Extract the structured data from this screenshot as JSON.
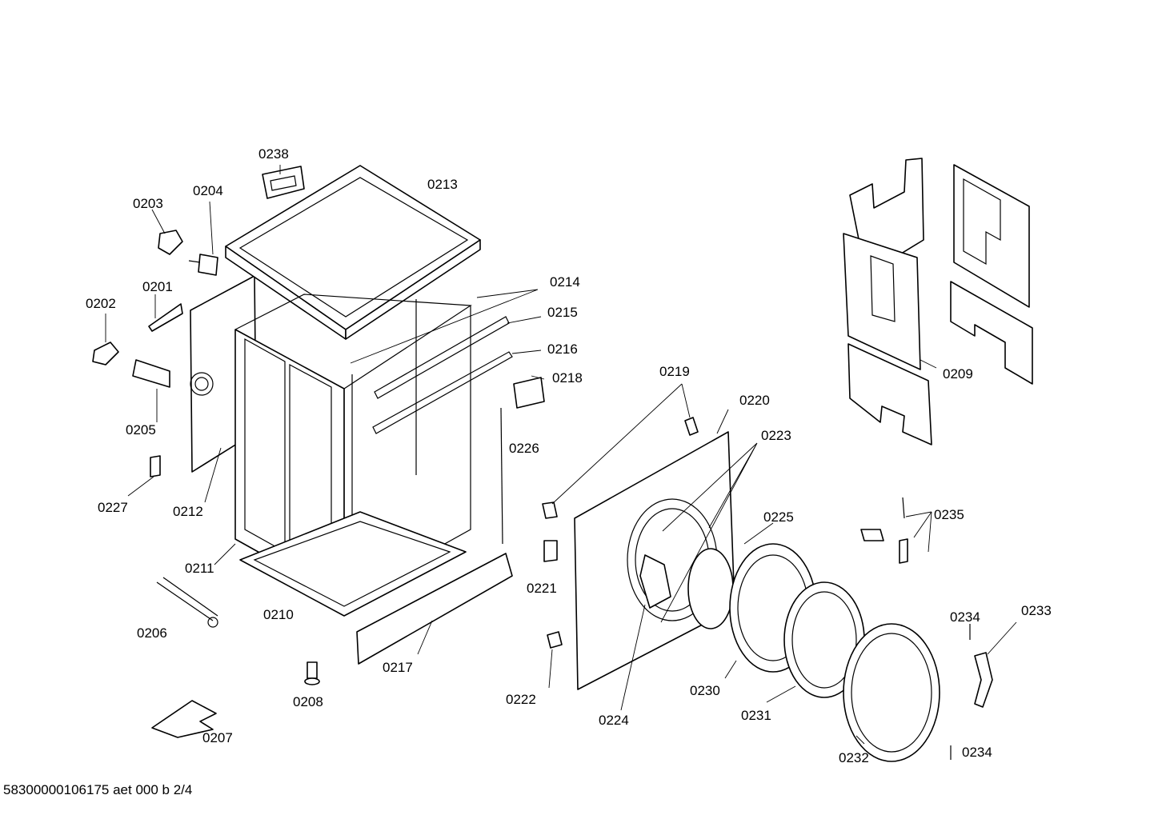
{
  "diagram": {
    "part_labels": [
      "0201",
      "0202",
      "0203",
      "0204",
      "0205",
      "0206",
      "0207",
      "0208",
      "0209",
      "0210",
      "0211",
      "0212",
      "0213",
      "0214",
      "0215",
      "0216",
      "0217",
      "0218",
      "0219",
      "0220",
      "0221",
      "0222",
      "0223",
      "0224",
      "0225",
      "0226",
      "0227",
      "0230",
      "0231",
      "0232",
      "0233",
      "0234",
      "0234",
      "0235",
      "0238"
    ],
    "footer_text": "58300000106175 aet 000 b 2/4"
  }
}
